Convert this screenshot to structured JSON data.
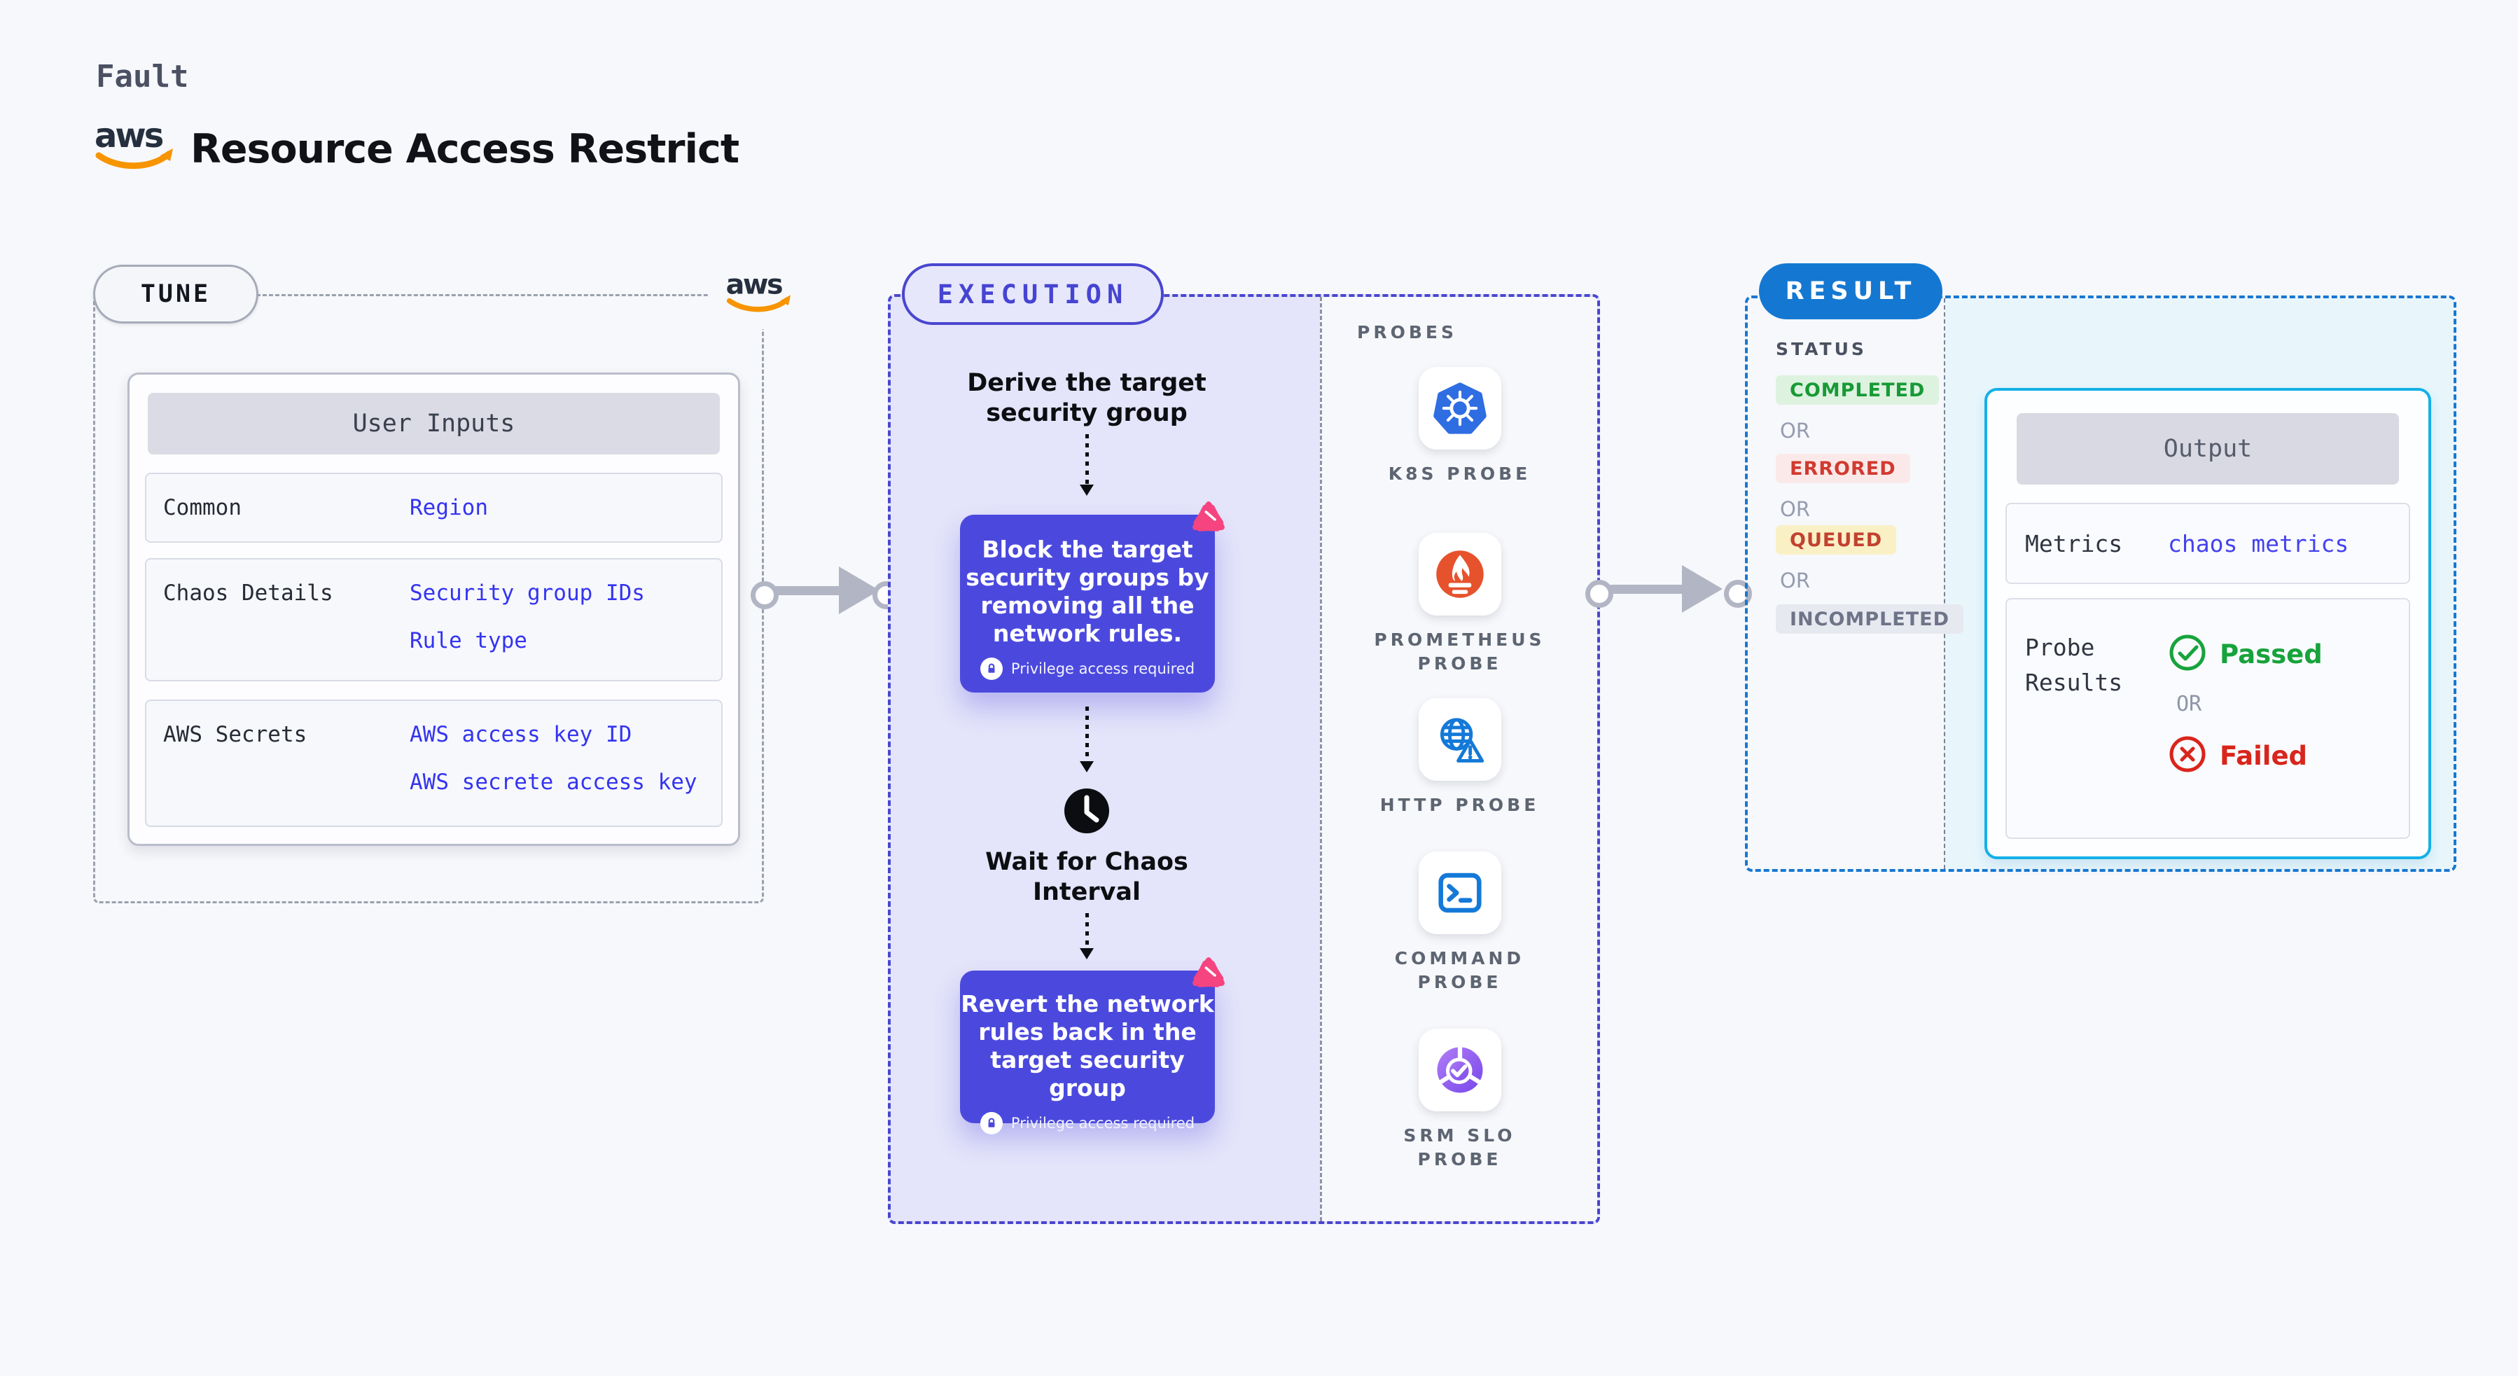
{
  "header": {
    "eyebrow": "Fault",
    "brand": "aws",
    "title": "Resource Access Restrict"
  },
  "tune": {
    "badge": "TUNE",
    "table": {
      "title": "User Inputs",
      "rows": [
        {
          "label": "Common",
          "values": [
            "Region"
          ]
        },
        {
          "label": "Chaos Details",
          "values": [
            "Security group IDs",
            "Rule type"
          ]
        },
        {
          "label": "AWS Secrets",
          "values": [
            "AWS access key ID",
            "AWS secrete access key"
          ]
        }
      ]
    }
  },
  "execution": {
    "badge": "EXECUTION",
    "derive": {
      "lines": [
        "Derive the target",
        "security group"
      ]
    },
    "block": {
      "lines": [
        "Block the target",
        "security groups by",
        "removing all the",
        "network rules."
      ],
      "note": "Privilege access required"
    },
    "wait": {
      "lines": [
        "Wait for Chaos",
        "Interval"
      ]
    },
    "revert": {
      "lines": [
        "Revert the network",
        "rules back in the",
        "target security group"
      ],
      "note": "Privilege access required"
    },
    "probes": {
      "label": "PROBES",
      "items": [
        {
          "name": "k8s-probe",
          "lines": [
            "K8S PROBE"
          ]
        },
        {
          "name": "prometheus-probe",
          "lines": [
            "PROMETHEUS",
            "PROBE"
          ]
        },
        {
          "name": "http-probe",
          "lines": [
            "HTTP PROBE"
          ]
        },
        {
          "name": "command-probe",
          "lines": [
            "COMMAND",
            "PROBE"
          ]
        },
        {
          "name": "srm-slo-probe",
          "lines": [
            "SRM SLO",
            "PROBE"
          ]
        }
      ]
    }
  },
  "result": {
    "badge": "RESULT",
    "status": {
      "label": "STATUS",
      "or": "OR",
      "items": [
        {
          "text": "COMPLETED",
          "kind": "success"
        },
        {
          "text": "ERRORED",
          "kind": "error"
        },
        {
          "text": "QUEUED",
          "kind": "queued"
        },
        {
          "text": "INCOMPLETED",
          "kind": "neutral"
        }
      ]
    },
    "output": {
      "title": "Output",
      "metrics_label": "Metrics",
      "metrics_value": "chaos metrics",
      "probe_label": [
        "Probe",
        "Results"
      ],
      "passed": "Passed",
      "or": "OR",
      "failed": "Failed"
    }
  },
  "colors": {
    "page_bg": "#f7f8fb",
    "execution_accent": "#4946cf",
    "execution_fill": "#e4e4fa",
    "action_box": "#4b49dd",
    "chaos_pink": "#f5447f",
    "result_accent": "#1478d2",
    "output_border": "#14b0e8",
    "success_green": "#17a33c",
    "fail_red": "#d9251c",
    "value_blue": "#3434f0"
  }
}
